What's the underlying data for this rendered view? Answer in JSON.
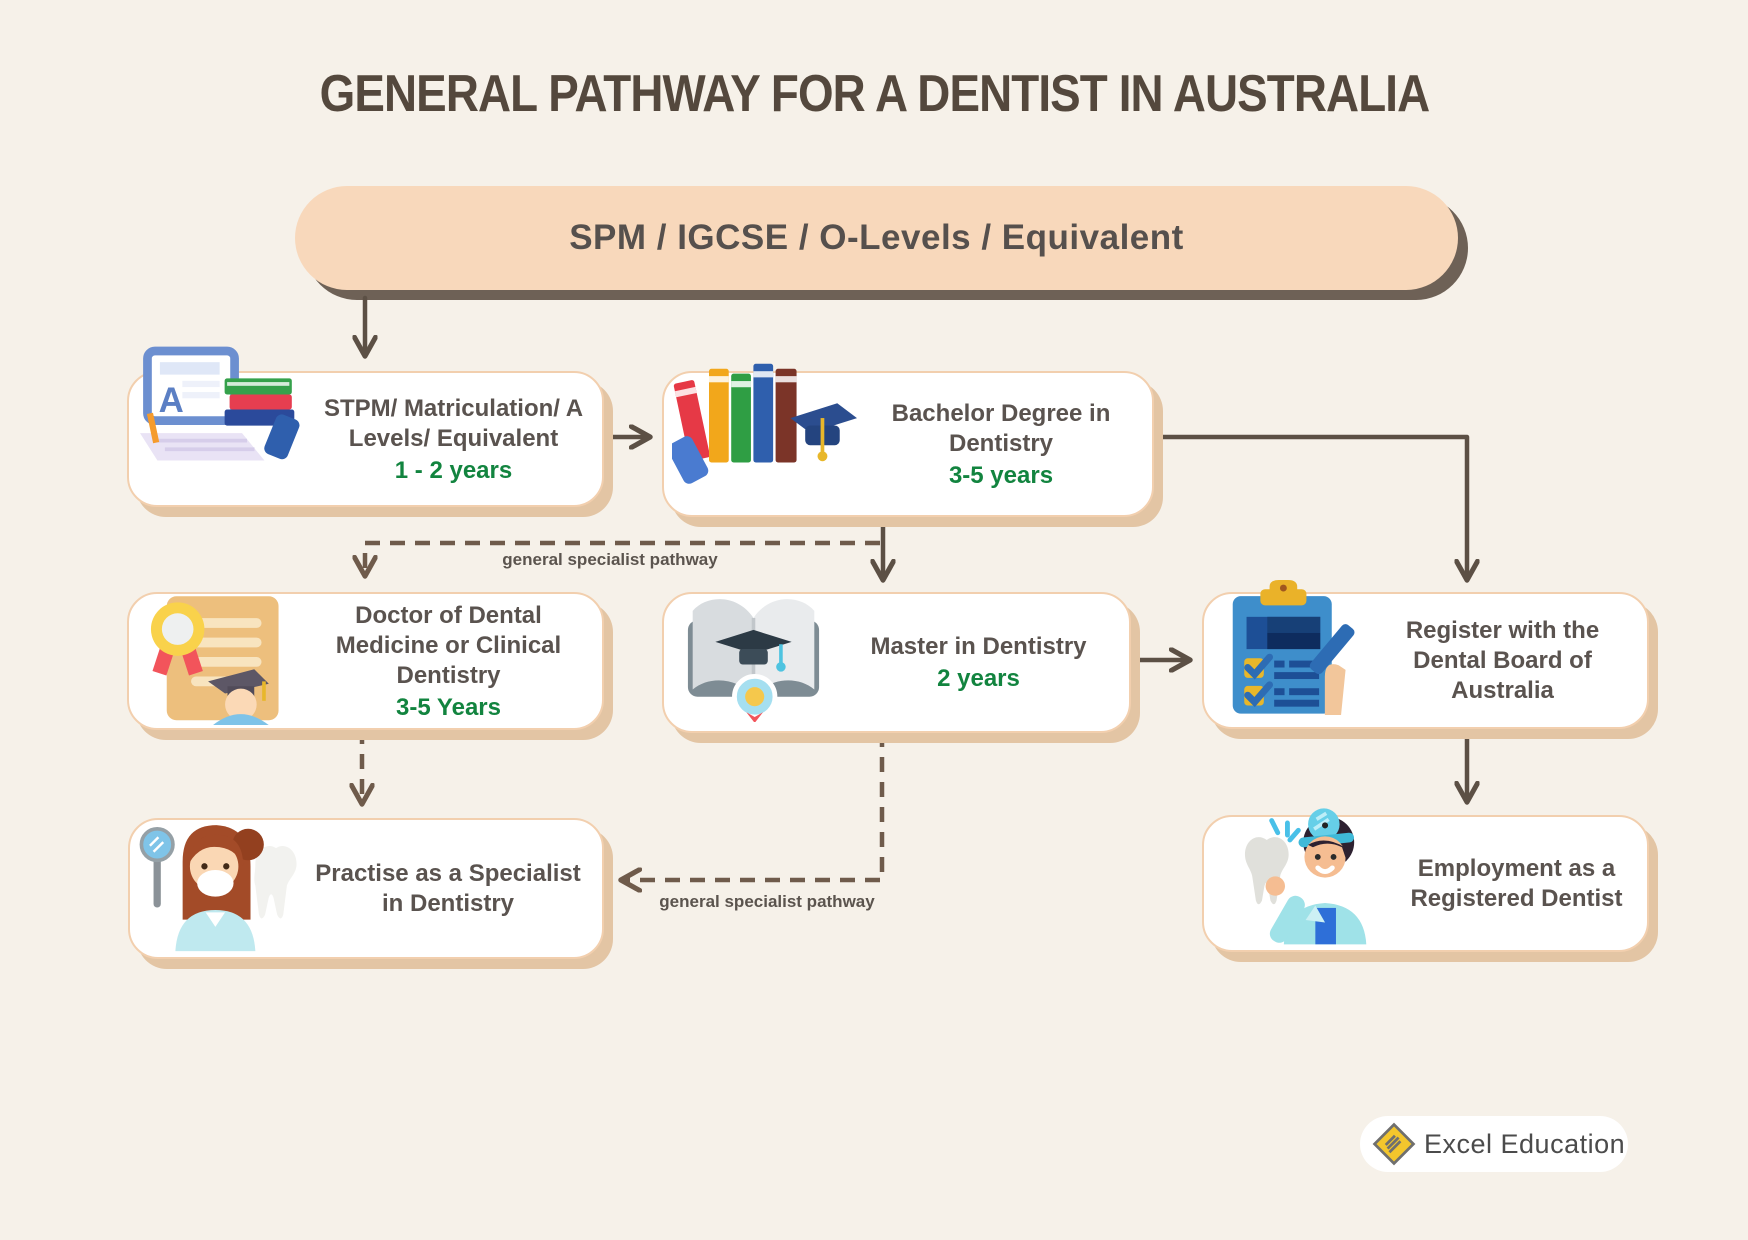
{
  "title": "GENERAL PATHWAY FOR A DENTIST IN AUSTRALIA",
  "start": {
    "label": "SPM / IGCSE / O-Levels / Equivalent"
  },
  "nodes": [
    {
      "id": "stpm",
      "title": "STPM/ Matriculation/ A Levels/ Equivalent",
      "duration": "1 - 2 years",
      "icon": "laptop-books-icon"
    },
    {
      "id": "bachelor",
      "title": "Bachelor Degree in Dentistry",
      "duration": "3-5 years",
      "icon": "books-graduation-icon"
    },
    {
      "id": "doctor",
      "title": "Doctor of Dental Medicine or Clinical Dentistry",
      "duration": "3-5 Years",
      "icon": "certificate-graduate-icon"
    },
    {
      "id": "master",
      "title": "Master in Dentistry",
      "duration": "2 years",
      "icon": "open-book-graduation-icon"
    },
    {
      "id": "register",
      "title": "Register with the Dental Board of Australia",
      "duration": "",
      "icon": "clipboard-checklist-icon"
    },
    {
      "id": "practise",
      "title": "Practise as a Specialist in Dentistry",
      "duration": "",
      "icon": "female-dentist-icon"
    },
    {
      "id": "employment",
      "title": "Employment as a Registered Dentist",
      "duration": "",
      "icon": "male-dentist-icon"
    }
  ],
  "edge_labels": {
    "bachelor_to_doctor": "general specialist pathway",
    "master_to_practise": "general specialist pathway"
  },
  "icons": {
    "laptop_letter": "A"
  },
  "logo": {
    "text": "Excel Education"
  },
  "colors": {
    "background": "#f6f1e9",
    "pill_fill": "#f8d8bb",
    "pill_shadow": "#6e6156",
    "card_border": "#f2cfae",
    "card_shadow": "#e3c5a4",
    "text_dark": "#5a534f",
    "duration_green": "#12843f",
    "arrow_solid": "#5c5045",
    "arrow_dashed": "#6f5b4b"
  }
}
